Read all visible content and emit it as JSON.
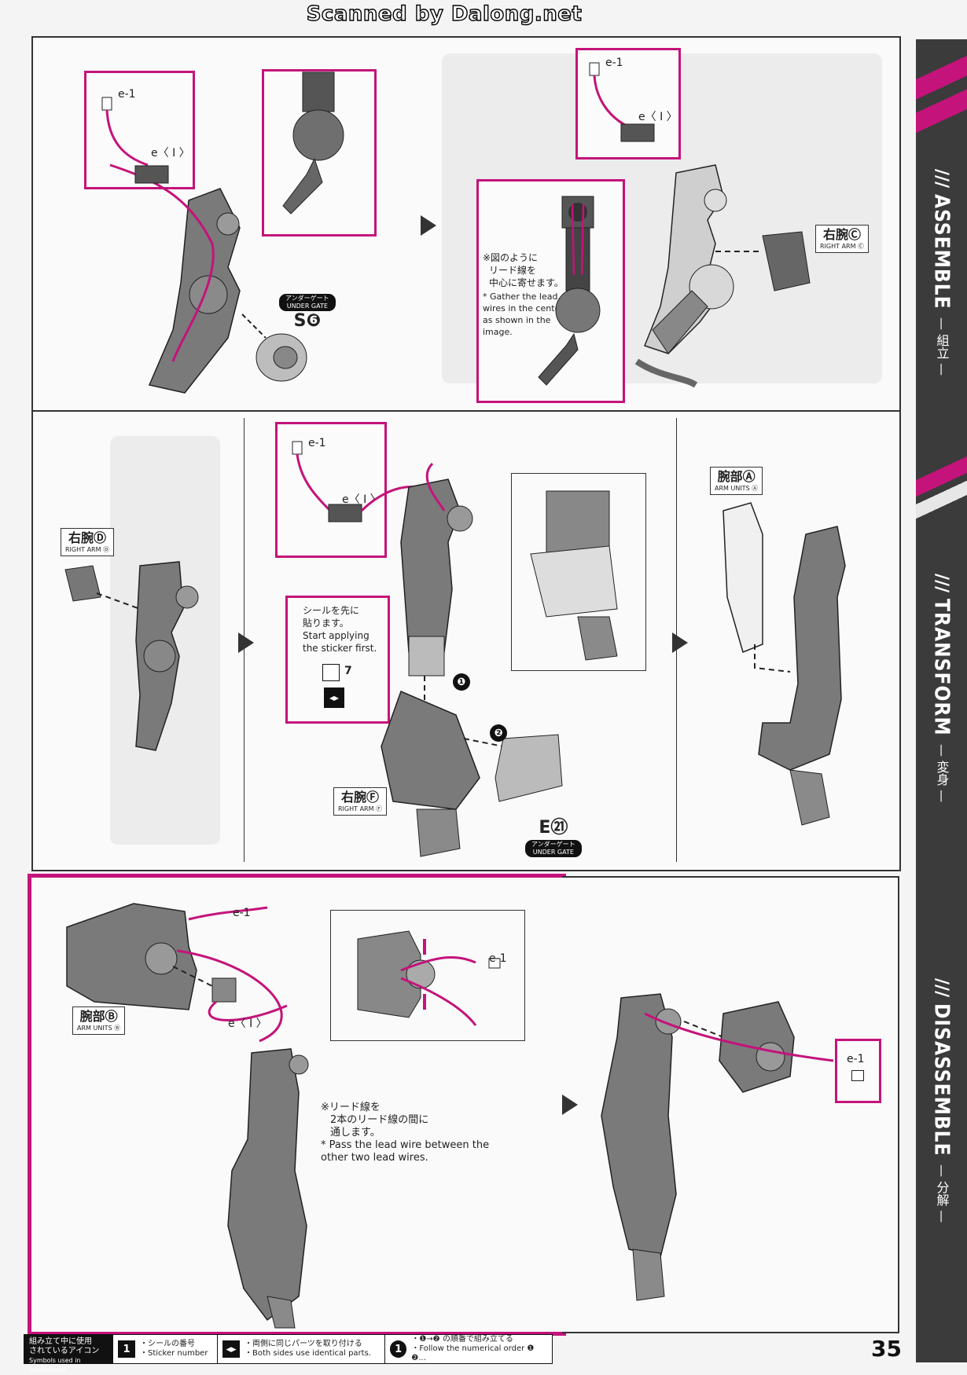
{
  "header": {
    "scan_credit": "Scanned by Dalong.net"
  },
  "sidebar": {
    "sections": [
      {
        "en": "ASSEMBLE",
        "jp": "— 組立 —"
      },
      {
        "en": "TRANSFORM",
        "jp": "— 変身 —"
      },
      {
        "en": "DISASSEMBLE",
        "jp": "— 分解 —"
      }
    ],
    "accent": "#c4137a",
    "slashes": "///"
  },
  "row1": {
    "wire_a": {
      "e1": "e-1",
      "eI": "e〈 I 〉"
    },
    "gate": {
      "jp": "アンダーゲート",
      "en": "UNDER GATE",
      "code": "S❻"
    },
    "wire_b": {
      "e1": "e-1",
      "eI": "e〈 I 〉"
    },
    "note_jp_1": "※図のように",
    "note_jp_2": "リード線を",
    "note_jp_3": "中心に寄せます。",
    "note_en": "* Gather the lead wires in the center, as shown in the image.",
    "part_c": {
      "jp": "右腕Ⓒ",
      "en": "RIGHT ARM Ⓒ"
    }
  },
  "row2": {
    "part_d": {
      "jp": "右腕Ⓓ",
      "en": "RIGHT ARM Ⓓ"
    },
    "wire": {
      "e1": "e-1",
      "eI": "e〈 I 〉"
    },
    "sticker_jp_1": "シールを先に",
    "sticker_jp_2": "貼ります。",
    "sticker_en": "Start applying the sticker first.",
    "sticker_no": "7",
    "step1": "❶",
    "step2": "❷",
    "part_f": {
      "jp": "右腕Ⓕ",
      "en": "RIGHT ARM Ⓕ"
    },
    "gate": {
      "jp": "アンダーゲート",
      "en": "UNDER GATE",
      "code": "E㉑"
    },
    "part_a": {
      "jp": "腕部Ⓐ",
      "en": "ARM UNITS Ⓐ"
    }
  },
  "row3": {
    "e1_top": "e-1",
    "e1_zoom": "e-1",
    "eI": "e〈 I 〉",
    "part_b": {
      "jp": "腕部Ⓑ",
      "en": "ARM UNITS Ⓑ"
    },
    "note_jp_1": "※リード線を",
    "note_jp_2": "2本のリード線の間に",
    "note_jp_3": "通します。",
    "note_en": "* Pass the lead wire between the other two lead wires.",
    "e1_right": "e-1"
  },
  "legend": {
    "title_1": "組み立て中に使用",
    "title_2": "されているアイコン",
    "title_3": "Symbols used in instructions",
    "sticker_icon": "1",
    "sticker_jp": "・シールの番号",
    "sticker_en": "・Sticker number",
    "both_jp": "・両側に同じパーツを取り付ける",
    "both_en": "・Both sides use identical parts.",
    "order_icon": "1",
    "order_jp": "・❶→❷ の順番で組み立てる",
    "order_en": "・Follow the numerical order ❶ ❷..."
  },
  "page_number": "35"
}
